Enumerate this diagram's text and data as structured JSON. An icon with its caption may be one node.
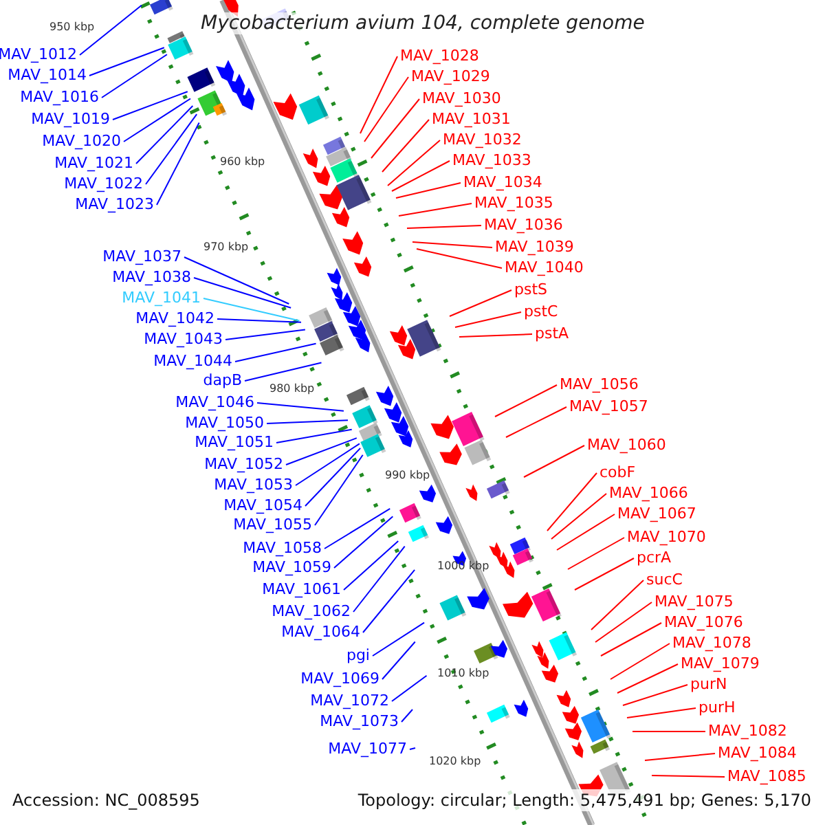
{
  "diagram": {
    "title": "Mycobacterium avium 104, complete genome",
    "nodes": [
      {
        "text": [
          "MAV_1012"
        ]
      },
      {
        "text": [
          "MAV_1014"
        ]
      },
      {
        "text": [
          "MAV_1016"
        ]
      },
      {
        "text": [
          "MAV_1019"
        ]
      },
      {
        "text": [
          "MAV_1020"
        ]
      },
      {
        "text": [
          "MAV_1021"
        ]
      },
      {
        "text": [
          "MAV_1022"
        ]
      },
      {
        "text": [
          "MAV_1023"
        ]
      },
      {
        "text": [
          "MAV_1037"
        ]
      },
      {
        "text": [
          "MAV_1038"
        ]
      },
      {
        "text": [
          "MAV_1041"
        ]
      },
      {
        "text": [
          "MAV_1042"
        ]
      },
      {
        "text": [
          "MAV_1043"
        ]
      },
      {
        "text": [
          "MAV_1044"
        ]
      },
      {
        "text": [
          "dapB"
        ]
      },
      {
        "text": [
          "MAV_1046"
        ]
      },
      {
        "text": [
          "MAV_1050"
        ]
      },
      {
        "text": [
          "MAV_1051"
        ]
      },
      {
        "text": [
          "MAV_1052"
        ]
      },
      {
        "text": [
          "MAV_1053"
        ]
      },
      {
        "text": [
          "MAV_1054"
        ]
      },
      {
        "text": [
          "MAV_1055"
        ]
      },
      {
        "text": [
          "MAV_1058"
        ]
      },
      {
        "text": [
          "MAV_1059"
        ]
      },
      {
        "text": [
          "MAV_1061"
        ]
      },
      {
        "text": [
          "MAV_1062"
        ]
      },
      {
        "text": [
          "MAV_1064"
        ]
      },
      {
        "text": [
          "pgi"
        ]
      },
      {
        "text": [
          "MAV_1069"
        ]
      },
      {
        "text": [
          "MAV_1072"
        ]
      },
      {
        "text": [
          "MAV_1073"
        ]
      },
      {
        "text": [
          "MAV_1077"
        ]
      },
      {
        "text": [
          "MAV_1028"
        ]
      },
      {
        "text": [
          "MAV_1029"
        ]
      },
      {
        "text": [
          "MAV_1030"
        ]
      },
      {
        "text": [
          "MAV_1031"
        ]
      },
      {
        "text": [
          "MAV_1032"
        ]
      },
      {
        "text": [
          "MAV_1033"
        ]
      },
      {
        "text": [
          "MAV_1034"
        ]
      },
      {
        "text": [
          "MAV_1035"
        ]
      },
      {
        "text": [
          "MAV_1036"
        ]
      },
      {
        "text": [
          "MAV_1039"
        ]
      },
      {
        "text": [
          "MAV_1040"
        ]
      },
      {
        "text": [
          "pstS"
        ]
      },
      {
        "text": [
          "pstC"
        ]
      },
      {
        "text": [
          "pstA"
        ]
      },
      {
        "text": [
          "MAV_1056"
        ]
      },
      {
        "text": [
          "MAV_1057"
        ]
      },
      {
        "text": [
          "MAV_1060"
        ]
      },
      {
        "text": [
          "cobF"
        ]
      },
      {
        "text": [
          "MAV_1066"
        ]
      },
      {
        "text": [
          "MAV_1067"
        ]
      },
      {
        "text": [
          "MAV_1070"
        ]
      },
      {
        "text": [
          "pcrA"
        ]
      },
      {
        "text": [
          "sucC"
        ]
      },
      {
        "text": [
          "MAV_1075"
        ]
      },
      {
        "text": [
          "MAV_1076"
        ]
      },
      {
        "text": [
          "MAV_1078"
        ]
      },
      {
        "text": [
          "MAV_1079"
        ]
      },
      {
        "text": [
          "purN"
        ]
      },
      {
        "text": [
          "purH"
        ]
      },
      {
        "text": [
          "MAV_1082"
        ]
      },
      {
        "text": [
          "MAV_1084"
        ]
      },
      {
        "text": [
          "MAV_1085"
        ]
      }
    ],
    "edges": [
      {
        "from": 0,
        "to": null,
        "arrow": "none",
        "color": "#0000ff"
      },
      {
        "from": 1,
        "to": null,
        "arrow": "none",
        "color": "#0000ff"
      },
      {
        "from": 2,
        "to": null,
        "arrow": "none",
        "color": "#0000ff"
      },
      {
        "from": 3,
        "to": null,
        "arrow": "none",
        "color": "#0000ff"
      },
      {
        "from": 4,
        "to": null,
        "arrow": "none",
        "color": "#0000ff"
      },
      {
        "from": 5,
        "to": null,
        "arrow": "none",
        "color": "#0000ff"
      },
      {
        "from": 6,
        "to": null,
        "arrow": "none",
        "color": "#0000ff"
      },
      {
        "from": 7,
        "to": null,
        "arrow": "none",
        "color": "#0000ff"
      },
      {
        "from": 8,
        "to": null,
        "arrow": "none",
        "color": "#0000ff"
      },
      {
        "from": 9,
        "to": null,
        "arrow": "none",
        "color": "#0000ff"
      },
      {
        "from": 10,
        "to": null,
        "arrow": "none",
        "color": "#33ccff"
      },
      {
        "from": 11,
        "to": null,
        "arrow": "none",
        "color": "#0000ff"
      },
      {
        "from": 12,
        "to": null,
        "arrow": "none",
        "color": "#0000ff"
      },
      {
        "from": 13,
        "to": null,
        "arrow": "none",
        "color": "#0000ff"
      },
      {
        "from": 14,
        "to": null,
        "arrow": "none",
        "color": "#0000ff"
      },
      {
        "from": 15,
        "to": null,
        "arrow": "none",
        "color": "#0000ff"
      },
      {
        "from": 16,
        "to": null,
        "arrow": "none",
        "color": "#0000ff"
      },
      {
        "from": 17,
        "to": null,
        "arrow": "none",
        "color": "#0000ff"
      },
      {
        "from": 18,
        "to": null,
        "arrow": "none",
        "color": "#0000ff"
      },
      {
        "from": 19,
        "to": null,
        "arrow": "none",
        "color": "#0000ff"
      },
      {
        "from": 20,
        "to": null,
        "arrow": "none",
        "color": "#0000ff"
      },
      {
        "from": 21,
        "to": null,
        "arrow": "none",
        "color": "#0000ff"
      },
      {
        "from": 22,
        "to": null,
        "arrow": "none",
        "color": "#0000ff"
      },
      {
        "from": 23,
        "to": null,
        "arrow": "none",
        "color": "#0000ff"
      },
      {
        "from": 24,
        "to": null,
        "arrow": "none",
        "color": "#0000ff"
      },
      {
        "from": 25,
        "to": null,
        "arrow": "none",
        "color": "#0000ff"
      },
      {
        "from": 26,
        "to": null,
        "arrow": "none",
        "color": "#0000ff"
      },
      {
        "from": 27,
        "to": null,
        "arrow": "none",
        "color": "#0000ff"
      },
      {
        "from": 28,
        "to": null,
        "arrow": "none",
        "color": "#0000ff"
      },
      {
        "from": 29,
        "to": null,
        "arrow": "none",
        "color": "#0000ff"
      },
      {
        "from": 30,
        "to": null,
        "arrow": "none",
        "color": "#0000ff"
      },
      {
        "from": 31,
        "to": null,
        "arrow": "none",
        "color": "#0000ff"
      },
      {
        "from": 32,
        "to": null,
        "arrow": "none"
      },
      {
        "from": 33,
        "to": null,
        "arrow": "none"
      },
      {
        "from": 34,
        "to": null,
        "arrow": "none"
      },
      {
        "from": 35,
        "to": null,
        "arrow": "none"
      },
      {
        "from": 36,
        "to": null,
        "arrow": "none"
      },
      {
        "from": 37,
        "to": null,
        "arrow": "none"
      },
      {
        "from": 38,
        "to": null,
        "arrow": "none"
      },
      {
        "from": 39,
        "to": null,
        "arrow": "none"
      },
      {
        "from": 40,
        "to": null,
        "arrow": "none"
      },
      {
        "from": 41,
        "to": null,
        "arrow": "none"
      },
      {
        "from": 42,
        "to": null,
        "arrow": "none"
      },
      {
        "from": 43,
        "to": null,
        "arrow": "none"
      },
      {
        "from": 44,
        "to": null,
        "arrow": "none"
      },
      {
        "from": 45,
        "to": null,
        "arrow": "none"
      },
      {
        "from": 46,
        "to": null,
        "arrow": "none"
      },
      {
        "from": 47,
        "to": null,
        "arrow": "none"
      },
      {
        "from": 48,
        "to": null,
        "arrow": "none"
      },
      {
        "from": 49,
        "to": null,
        "arrow": "none"
      },
      {
        "from": 50,
        "to": null,
        "arrow": "none"
      },
      {
        "from": 51,
        "to": null,
        "arrow": "none"
      },
      {
        "from": 52,
        "to": null,
        "arrow": "none"
      },
      {
        "from": 53,
        "to": null,
        "arrow": "none"
      },
      {
        "from": 54,
        "to": null,
        "arrow": "none"
      },
      {
        "from": 55,
        "to": null,
        "arrow": "none"
      },
      {
        "from": 56,
        "to": null,
        "arrow": "none"
      },
      {
        "from": 57,
        "to": null,
        "arrow": "none"
      },
      {
        "from": 58,
        "to": null,
        "arrow": "none"
      },
      {
        "from": 59,
        "to": null,
        "arrow": "none"
      },
      {
        "from": 60,
        "to": null,
        "arrow": "none"
      },
      {
        "from": 61,
        "to": null,
        "arrow": "none"
      },
      {
        "from": 62,
        "to": null,
        "arrow": "none"
      },
      {
        "from": 63,
        "to": null,
        "arrow": "none"
      }
    ],
    "labels": [
      "950 kbp",
      "960 kbp",
      "970 kbp",
      "980 kbp",
      "990 kbp",
      "1000 kbp",
      "1010 kbp",
      "1020 kbp",
      "Accession: NC_008595",
      "Topology: circular; Length: 5,475,491 bp; Genes: 5,170"
    ]
  }
}
